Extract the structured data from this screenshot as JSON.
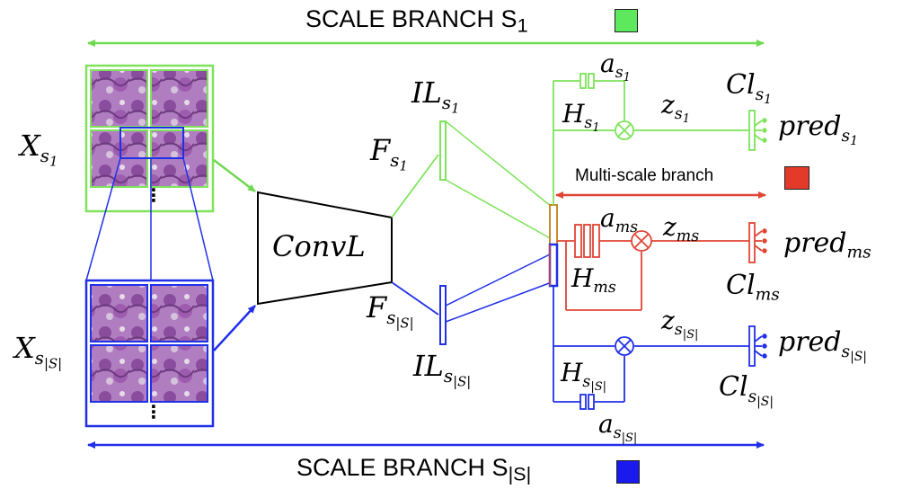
{
  "header": {
    "title": "SCALE BRANCH S",
    "subscript": "1",
    "swatch_color": "#5ee85e"
  },
  "footer": {
    "title": "SCALE BRANCH S",
    "subscript": "|S|",
    "swatch_color": "#1a1aee"
  },
  "multiscale": {
    "label": "Multi-scale branch",
    "swatch_color": "#e33a2a"
  },
  "colors": {
    "green": "#7ee35a",
    "blue": "#2030e8",
    "red": "#e04535",
    "tissue": "#9a5aa8"
  },
  "inputs": {
    "top": {
      "symbol": "X",
      "sub": "s",
      "subsub": "1",
      "ellipsis": "⋮"
    },
    "bottom": {
      "symbol": "X",
      "sub": "s",
      "subsub": "|S|",
      "ellipsis": "⋮"
    }
  },
  "conv": {
    "label": "ConvL"
  },
  "features": {
    "top": {
      "symbol": "F",
      "sub": "s",
      "subsub": "1"
    },
    "bottom": {
      "symbol": "F",
      "sub": "s",
      "subsub": "|S|"
    }
  },
  "intermediate": {
    "top": {
      "symbol": "IL",
      "sub": "s",
      "subsub": "1"
    },
    "bottom": {
      "symbol": "IL",
      "sub": "s",
      "subsub": "|S|"
    }
  },
  "branch_s1": {
    "a": {
      "symbol": "a",
      "sub": "s",
      "subsub": "1"
    },
    "h": {
      "symbol": "H",
      "sub": "s",
      "subsub": "1"
    },
    "z": {
      "symbol": "z",
      "sub": "s",
      "subsub": "1"
    },
    "cl": {
      "symbol": "Cl",
      "sub": "s",
      "subsub": "1"
    },
    "pred": {
      "symbol": "pred",
      "sub": "s",
      "subsub": "1"
    }
  },
  "branch_ms": {
    "a": {
      "symbol": "a",
      "sub": "ms"
    },
    "h": {
      "symbol": "H",
      "sub": "ms"
    },
    "z": {
      "symbol": "z",
      "sub": "ms"
    },
    "cl": {
      "symbol": "Cl",
      "sub": "ms"
    },
    "pred": {
      "symbol": "pred",
      "sub": "ms"
    }
  },
  "branch_sS": {
    "a": {
      "symbol": "a",
      "sub": "s",
      "subsub": "|S|"
    },
    "h": {
      "symbol": "H",
      "sub": "s",
      "subsub": "|S|"
    },
    "z": {
      "symbol": "z",
      "sub": "s",
      "subsub": "|S|"
    },
    "cl": {
      "symbol": "Cl",
      "sub": "s",
      "subsub": "|S|"
    },
    "pred": {
      "symbol": "pred",
      "sub": "s",
      "subsub": "|S|"
    }
  }
}
